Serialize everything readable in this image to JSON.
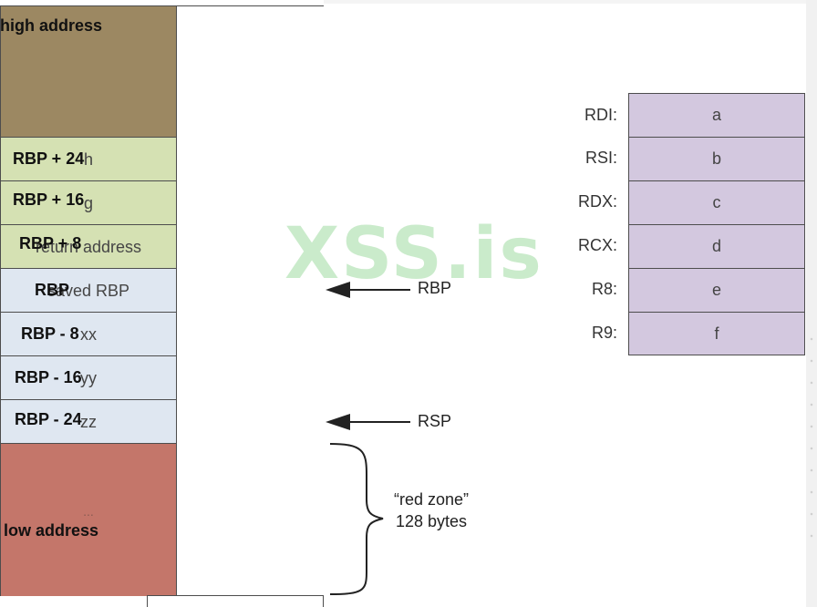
{
  "stack": {
    "cells": [
      {
        "text": "",
        "fill": "#9c8862"
      },
      {
        "text": "h",
        "fill": "#d5e1b3"
      },
      {
        "text": "g",
        "fill": "#d5e1b3"
      },
      {
        "text": "return address",
        "fill": "#d5e1b3"
      },
      {
        "text": "saved RBP",
        "fill": "#dfe7f1"
      },
      {
        "text": "xx",
        "fill": "#dfe7f1"
      },
      {
        "text": "yy",
        "fill": "#dfe7f1"
      },
      {
        "text": "zz",
        "fill": "#dfe7f1"
      },
      {
        "text": "",
        "fill": "#c4766a"
      }
    ],
    "red_dots": [
      "...",
      "..."
    ]
  },
  "labels": {
    "high": "high address",
    "rbp_plus_24": "RBP + 24",
    "rbp_plus_16": "RBP + 16",
    "rbp_plus_8": "RBP + 8",
    "rbp": "RBP",
    "rbp_minus_8": "RBP - 8",
    "rbp_minus_16": "RBP - 16",
    "rbp_minus_24": "RBP - 24",
    "low": "low address"
  },
  "pointers": {
    "rbp": "RBP",
    "rsp": "RSP"
  },
  "red_zone": {
    "line1": "“red zone”",
    "line2": "128 bytes"
  },
  "registers": {
    "fill": "#d3c8df",
    "items": [
      {
        "name": "RDI:",
        "value": "a"
      },
      {
        "name": "RSI:",
        "value": "b"
      },
      {
        "name": "RDX:",
        "value": "c"
      },
      {
        "name": "RCX:",
        "value": "d"
      },
      {
        "name": "R8:",
        "value": "e"
      },
      {
        "name": "R9:",
        "value": "f"
      }
    ]
  },
  "watermark": "XSS.is"
}
